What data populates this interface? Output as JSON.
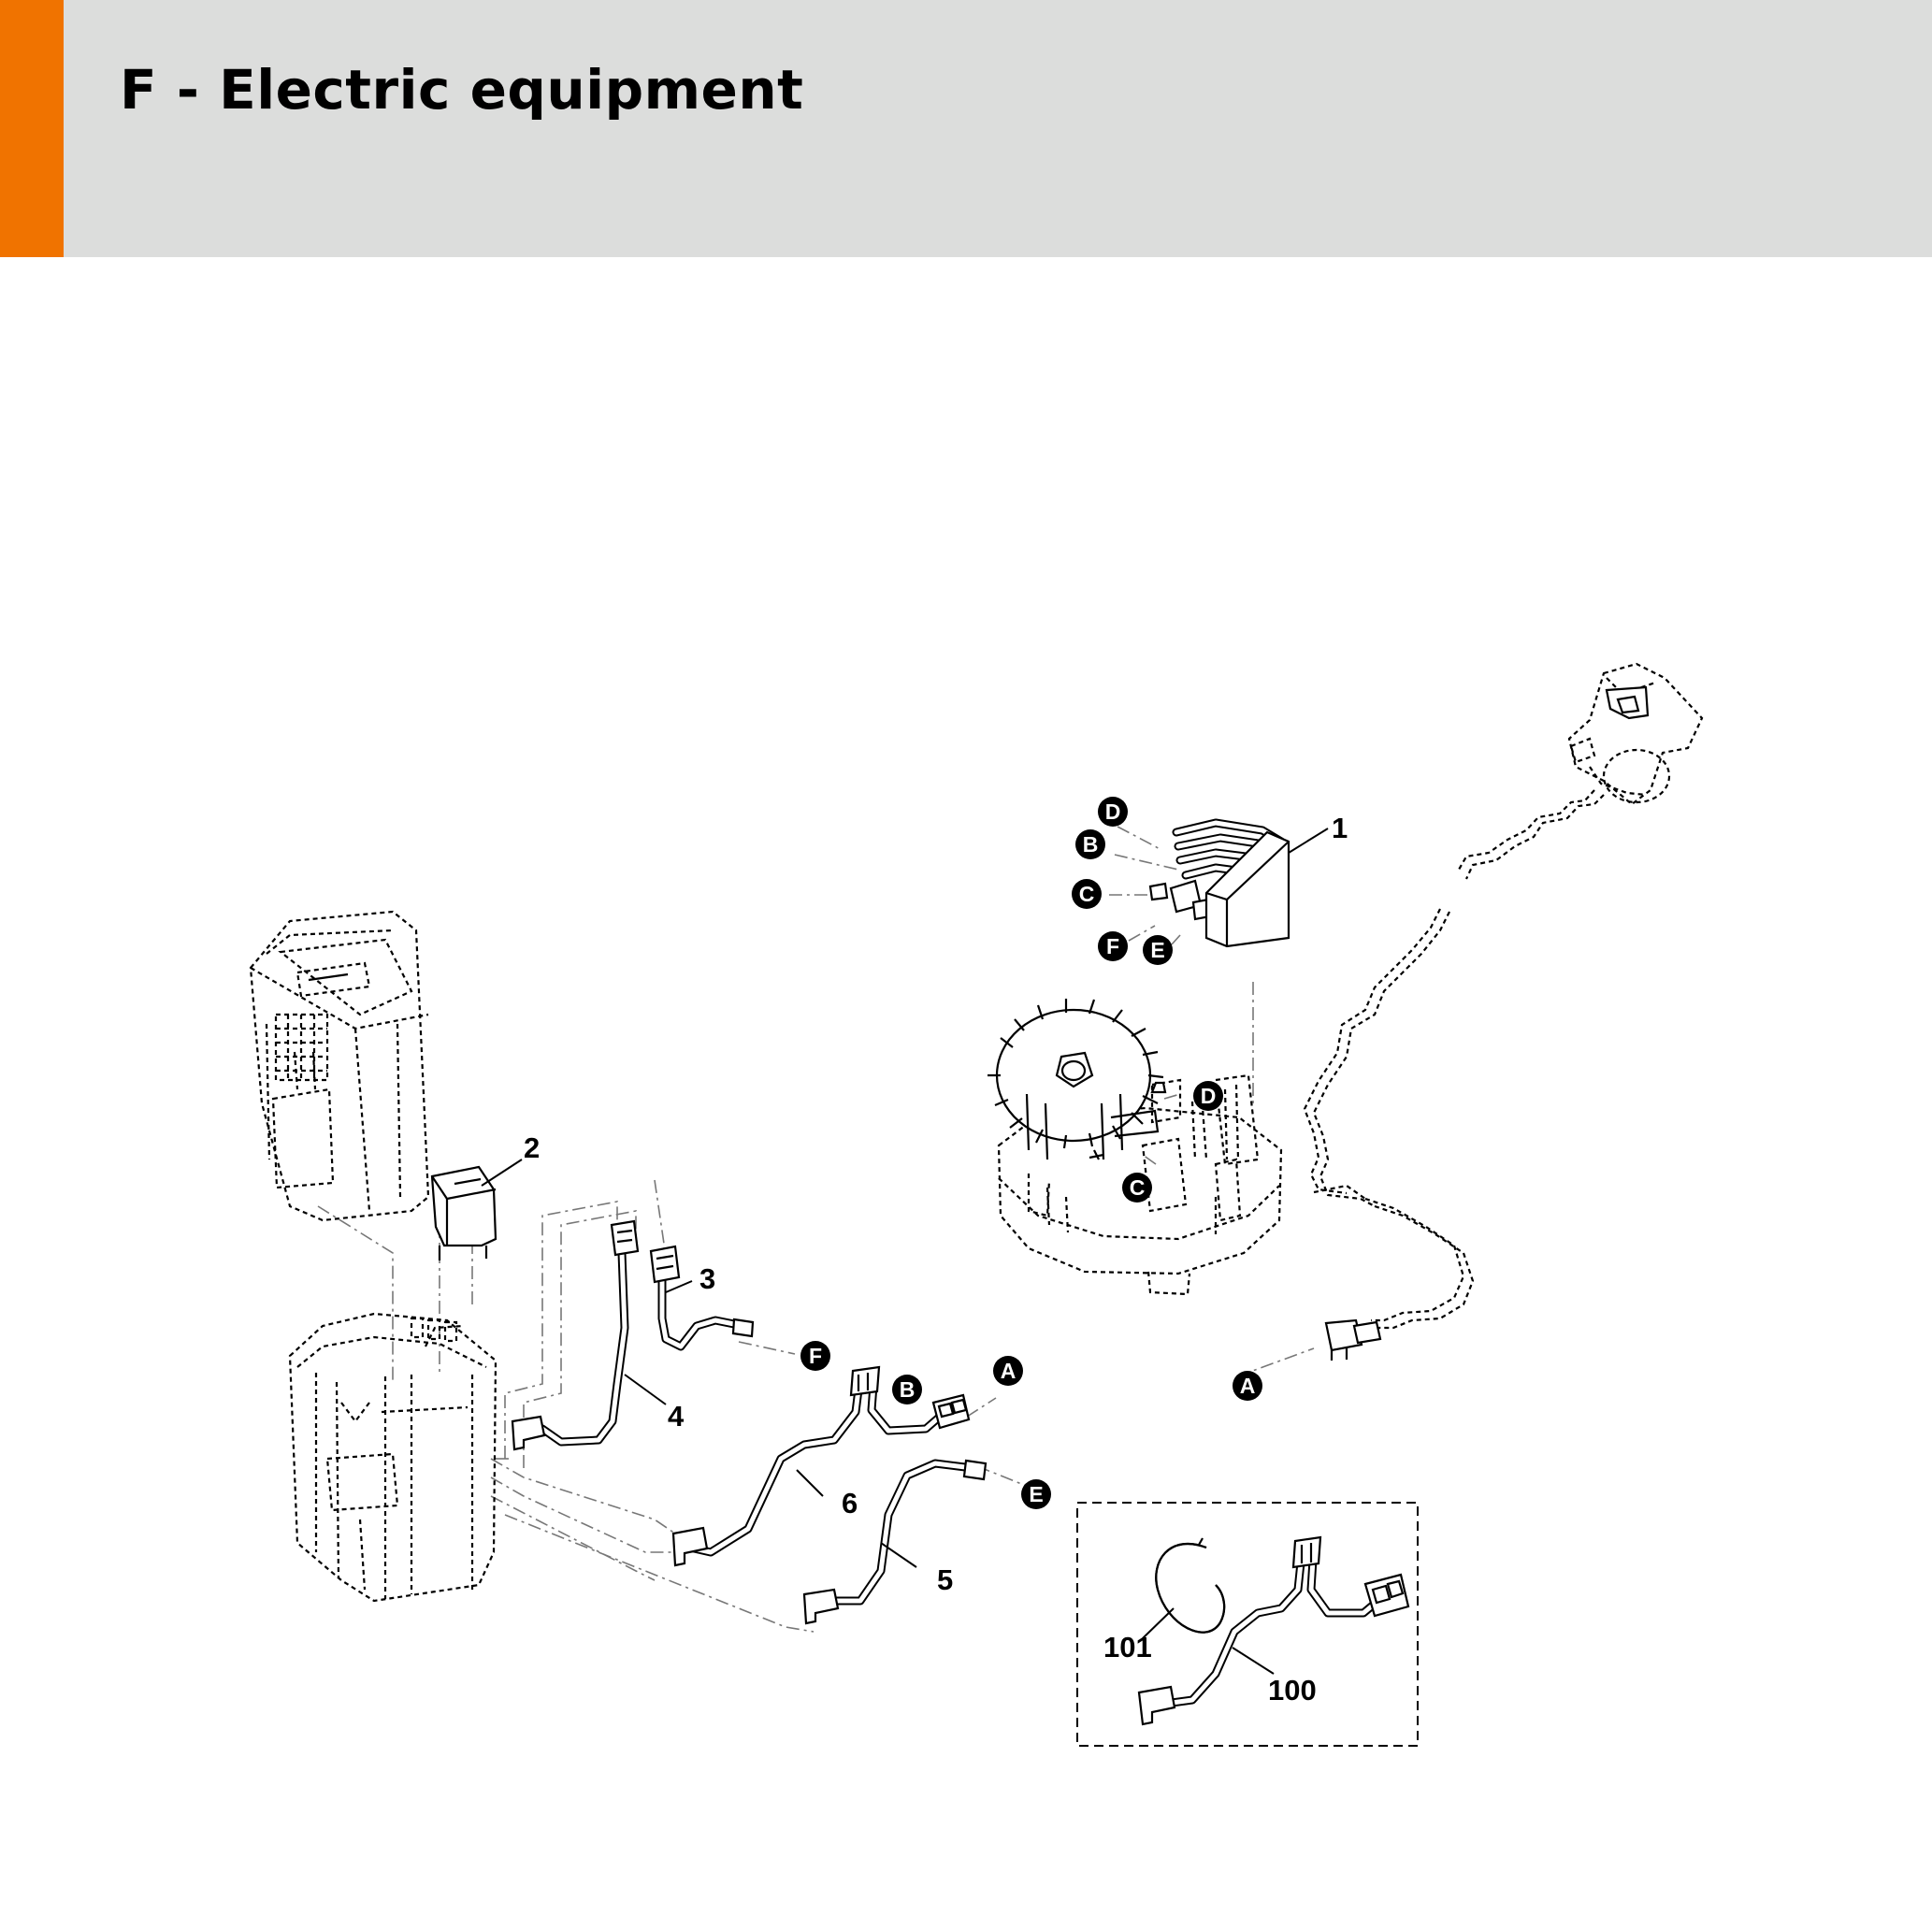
{
  "header": {
    "title": "F - Electric equipment",
    "accent_color": "#f07300",
    "band_color": "#dcdddc"
  },
  "callouts": {
    "p1": "1",
    "p2": "2",
    "p3": "3",
    "p4": "4",
    "p5": "5",
    "p6": "6",
    "p100": "100",
    "p101": "101"
  },
  "refs": {
    "A": "A",
    "B": "B",
    "C": "C",
    "D": "D",
    "E": "E",
    "F": "F"
  }
}
